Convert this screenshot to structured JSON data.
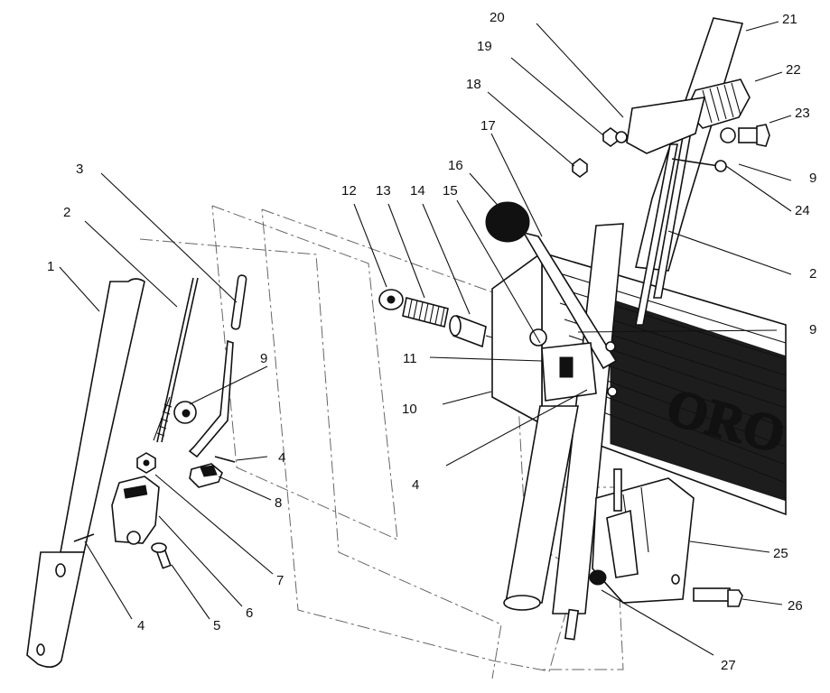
{
  "diagram": {
    "brand_text": "ORO",
    "callouts": [
      "1",
      "2",
      "3",
      "4",
      "5",
      "6",
      "7",
      "8",
      "9",
      "10",
      "11",
      "12",
      "13",
      "14",
      "15",
      "16",
      "17",
      "18",
      "19",
      "20",
      "21",
      "22",
      "23",
      "24",
      "25",
      "26",
      "27"
    ],
    "labels": {
      "l1": "1",
      "l2a": "2",
      "l2b": "2",
      "l3": "3",
      "l4a": "4",
      "l4b": "4",
      "l4c": "4",
      "l5": "5",
      "l6": "6",
      "l7": "7",
      "l8": "8",
      "l9a": "9",
      "l9b": "9",
      "l9c": "9",
      "l10": "10",
      "l11": "11",
      "l12": "12",
      "l13": "13",
      "l14": "14",
      "l15": "15",
      "l16": "16",
      "l17": "17",
      "l18": "18",
      "l19": "19",
      "l20": "20",
      "l21": "21",
      "l22": "22",
      "l23": "23",
      "l24": "24",
      "l25": "25",
      "l26": "26",
      "l27": "27"
    }
  }
}
